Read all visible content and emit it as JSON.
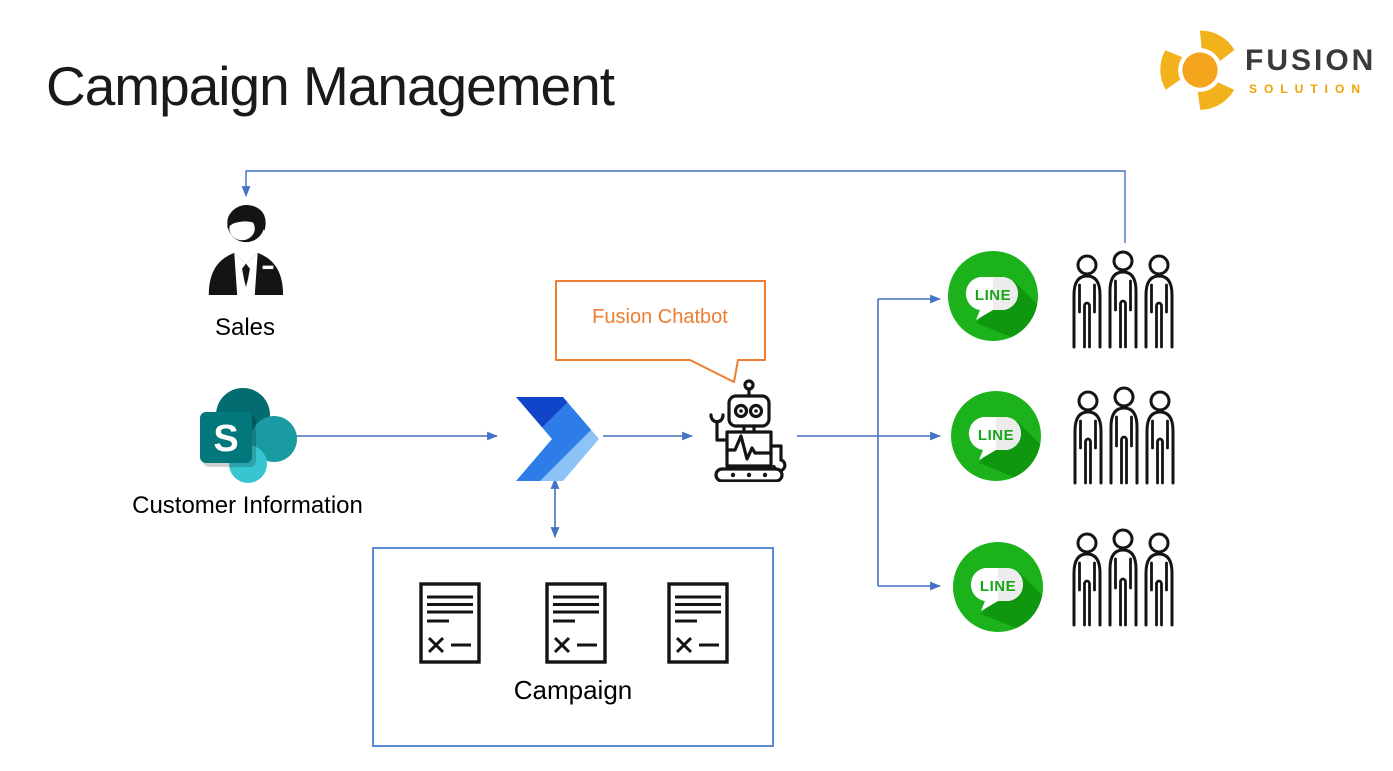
{
  "title": "Campaign Management",
  "logo": {
    "brand": "FUSION",
    "subtitle": "SOLUTION"
  },
  "labels": {
    "sales": "Sales",
    "customer_information": "Customer Information",
    "chatbot_callout": "Fusion Chatbot",
    "campaign": "Campaign",
    "line_app": "LINE",
    "sharepoint_initial": "S"
  },
  "icons": {
    "sales": "businessman-icon",
    "customer_information": "sharepoint-icon",
    "workflow": "power-automate-icon",
    "chatbot": "robot-icon",
    "channel": "line-app-icon",
    "audience": "people-group-icon",
    "campaign_item": "document-icon",
    "brand": "fusion-swirl-icon",
    "connectors": "arrow-icon"
  },
  "colors": {
    "title_color": "#1A1A1A",
    "connector_blue": "#4472C4",
    "callout_orange": "#ED7D31",
    "campaign_box_border": "#5B8BD5",
    "ink": "#141414",
    "line_green": "#1BB21B",
    "line_green_shadow": "#109710",
    "line_bubble_gray": "#ECECEC",
    "line_text": "#17A517",
    "sharepoint_primary": "#036C70",
    "sharepoint_square": "#03787C",
    "sharepoint_mid": "#1A9BA1",
    "sharepoint_light": "#37C6D0",
    "pa_dark": "#1145C9",
    "pa_mid": "#2E7CE8",
    "pa_light": "#8CC5F5",
    "logo_orange": "#F5A51D",
    "logo_yellow": "#F2B21B",
    "logo_text": "#3A3A3C",
    "logo_sub": "#F0A202"
  }
}
